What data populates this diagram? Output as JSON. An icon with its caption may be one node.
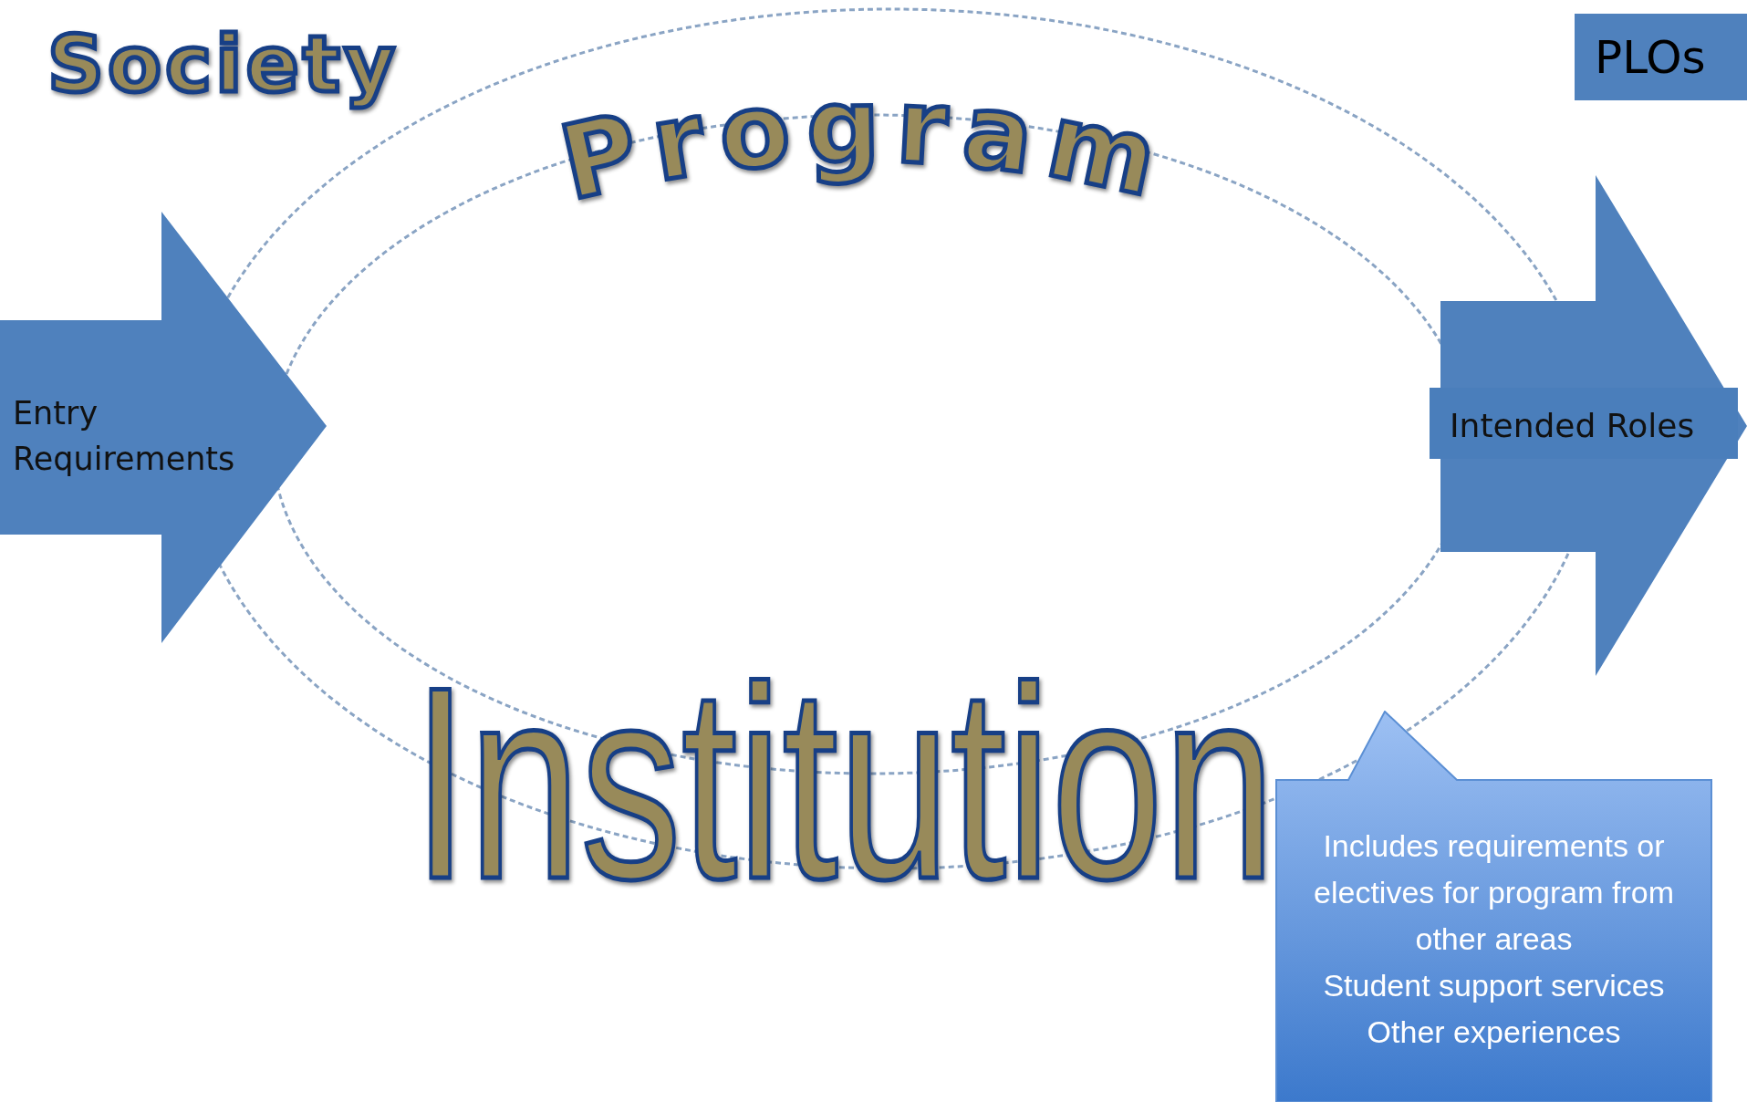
{
  "diagram": {
    "nodes": [
      {
        "text": [
          "Entry Requirements"
        ]
      },
      {
        "text": [
          "Intended Roles"
        ]
      },
      {
        "text": [
          "PLOs"
        ]
      },
      {
        "text": [
          "Includes requirements or electives for program from other areas",
          "Student support services",
          "Other experiences"
        ]
      }
    ],
    "labels": [
      "Society",
      "Program",
      "Institution"
    ]
  }
}
